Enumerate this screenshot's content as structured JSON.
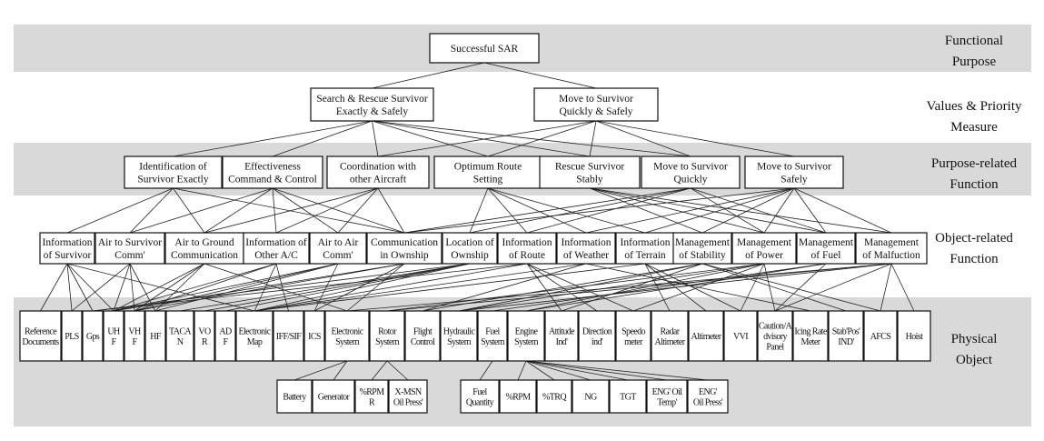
{
  "levels": [
    {
      "line1": "Functional",
      "line2": "Purpose"
    },
    {
      "line1": "Values & Priority",
      "line2": "Measure"
    },
    {
      "line1": "Purpose-related",
      "line2": "Function"
    },
    {
      "line1": "Object-related",
      "line2": "Function"
    },
    {
      "line1": "Physical",
      "line2": "Object"
    }
  ],
  "nodes": {
    "fp": [
      {
        "id": "fp1",
        "lines": [
          "Successful SAR"
        ]
      }
    ],
    "vp": [
      {
        "id": "vp1",
        "lines": [
          "Search & Rescue Survivor",
          "Exactly & Safely"
        ]
      },
      {
        "id": "vp2",
        "lines": [
          "Move to Survivor",
          "Quickly & Safely"
        ]
      }
    ],
    "pf": [
      {
        "id": "pf1",
        "lines": [
          "Identification of",
          "Survivor Exactly"
        ]
      },
      {
        "id": "pf2",
        "lines": [
          "Effectiveness",
          "Command & Control"
        ]
      },
      {
        "id": "pf3",
        "lines": [
          "Coordination with",
          "other Aircraft"
        ]
      },
      {
        "id": "pf4",
        "lines": [
          "Optimum Route",
          "Setting"
        ]
      },
      {
        "id": "pf5",
        "lines": [
          "Rescue  Survivor",
          "Stably"
        ]
      },
      {
        "id": "pf6",
        "lines": [
          "Move to Survivor",
          "Quickly"
        ]
      },
      {
        "id": "pf7",
        "lines": [
          "Move to Survivor",
          "Safely"
        ]
      }
    ],
    "of": [
      {
        "id": "of1",
        "lines": [
          "Information",
          "of Survivor"
        ]
      },
      {
        "id": "of2",
        "lines": [
          "Air to Survivor",
          "Comm'"
        ]
      },
      {
        "id": "of3",
        "lines": [
          "Air to Ground",
          "Communication"
        ]
      },
      {
        "id": "of4",
        "lines": [
          "Information of",
          "Other A/C"
        ]
      },
      {
        "id": "of5",
        "lines": [
          "Air to Air",
          "Comm'"
        ]
      },
      {
        "id": "of6",
        "lines": [
          "Communication",
          "in Ownship"
        ]
      },
      {
        "id": "of7",
        "lines": [
          "Location of",
          "Ownship"
        ]
      },
      {
        "id": "of8",
        "lines": [
          "Information",
          "of Route"
        ]
      },
      {
        "id": "of9",
        "lines": [
          "Information",
          "of Weather"
        ]
      },
      {
        "id": "of10",
        "lines": [
          "Information",
          "of Terrain"
        ]
      },
      {
        "id": "of11",
        "lines": [
          "Management",
          "of Stability"
        ]
      },
      {
        "id": "of12",
        "lines": [
          "Management",
          "of Power"
        ]
      },
      {
        "id": "of13",
        "lines": [
          "Management",
          "of Fuel"
        ]
      },
      {
        "id": "of14",
        "lines": [
          "Management",
          "of Malfuction"
        ]
      }
    ],
    "po": [
      {
        "id": "po1",
        "lines": [
          "Reference",
          "Documents"
        ]
      },
      {
        "id": "po2",
        "lines": [
          "PLS"
        ]
      },
      {
        "id": "po3",
        "lines": [
          "Gps"
        ]
      },
      {
        "id": "po4",
        "lines": [
          "UH",
          "F"
        ]
      },
      {
        "id": "po5",
        "lines": [
          "VH",
          "F"
        ]
      },
      {
        "id": "po6",
        "lines": [
          "HF"
        ]
      },
      {
        "id": "po7",
        "lines": [
          "TACA",
          "N"
        ]
      },
      {
        "id": "po8",
        "lines": [
          "VO",
          "R"
        ]
      },
      {
        "id": "po9",
        "lines": [
          "AD",
          "F"
        ]
      },
      {
        "id": "po10",
        "lines": [
          "Electronic",
          "Map"
        ]
      },
      {
        "id": "po11",
        "lines": [
          "IFF/SIF"
        ]
      },
      {
        "id": "po12",
        "lines": [
          "ICS"
        ]
      },
      {
        "id": "po13",
        "lines": [
          "Electronic",
          "System"
        ]
      },
      {
        "id": "po14",
        "lines": [
          "Rotor",
          "System"
        ]
      },
      {
        "id": "po15",
        "lines": [
          "Flight",
          "Control"
        ]
      },
      {
        "id": "po16",
        "lines": [
          "Hydraulic",
          "System"
        ]
      },
      {
        "id": "po17",
        "lines": [
          "Fuel",
          "System"
        ]
      },
      {
        "id": "po18",
        "lines": [
          "Engine",
          "System"
        ]
      },
      {
        "id": "po19",
        "lines": [
          "Attitude",
          "Ind'"
        ]
      },
      {
        "id": "po20",
        "lines": [
          "Direction",
          "ind'"
        ]
      },
      {
        "id": "po21",
        "lines": [
          "Speedo",
          "meter"
        ]
      },
      {
        "id": "po22",
        "lines": [
          "Radar",
          "Altimeter"
        ]
      },
      {
        "id": "po23",
        "lines": [
          "Altimeter"
        ]
      },
      {
        "id": "po24",
        "lines": [
          "VVI"
        ]
      },
      {
        "id": "po25",
        "lines": [
          "Caution/A",
          "dvisory",
          "Panel"
        ]
      },
      {
        "id": "po26",
        "lines": [
          "Icing Rate",
          "Meter"
        ]
      },
      {
        "id": "po27",
        "lines": [
          "Stab'Pos'",
          "IND'"
        ]
      },
      {
        "id": "po28",
        "lines": [
          "AFCS"
        ]
      },
      {
        "id": "po29",
        "lines": [
          "Hoist"
        ]
      }
    ],
    "sub": [
      {
        "id": "s1",
        "lines": [
          "Battery"
        ]
      },
      {
        "id": "s2",
        "lines": [
          "Generator"
        ]
      },
      {
        "id": "s3",
        "lines": [
          "%RPM",
          "R"
        ]
      },
      {
        "id": "s4",
        "lines": [
          "X-MSN",
          "Oil Press'"
        ]
      },
      {
        "id": "s5",
        "lines": [
          "Fuel",
          "Quantity"
        ]
      },
      {
        "id": "s6",
        "lines": [
          "%RPM"
        ]
      },
      {
        "id": "s7",
        "lines": [
          "%TRQ"
        ]
      },
      {
        "id": "s8",
        "lines": [
          "NG"
        ]
      },
      {
        "id": "s9",
        "lines": [
          "TGT"
        ]
      },
      {
        "id": "s10",
        "lines": [
          "ENG' Oil",
          "Temp'"
        ]
      },
      {
        "id": "s11",
        "lines": [
          "ENG'",
          "Oil Press'"
        ]
      }
    ]
  }
}
